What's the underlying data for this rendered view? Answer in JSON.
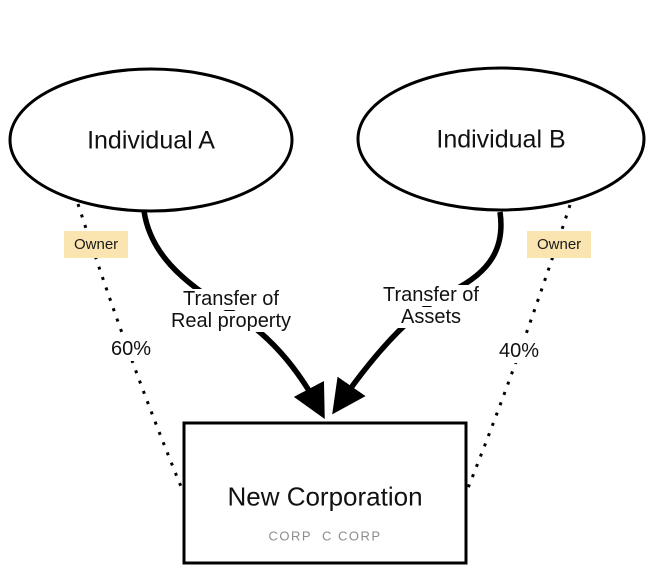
{
  "diagram": {
    "nodes": {
      "individual_a": "Individual A",
      "individual_b": "Individual B",
      "corporation": "New Corporation",
      "corporation_tag_1": "CORP",
      "corporation_tag_2": "C CORP"
    },
    "edges": {
      "owner_left_badge": "Owner",
      "owner_right_badge": "Owner",
      "owner_left_percent": "60%",
      "owner_right_percent": "40%",
      "transfer_left_line1": "Transfer of",
      "transfer_left_line2": "Real property",
      "transfer_right_line1": "Transfer of",
      "transfer_right_line2": "Assets"
    },
    "colors": {
      "background": "#ffffff",
      "line": "#000000",
      "owner_badge_bg": "#fae4b0",
      "corporation_tag_text": "#8c8c8c"
    }
  }
}
